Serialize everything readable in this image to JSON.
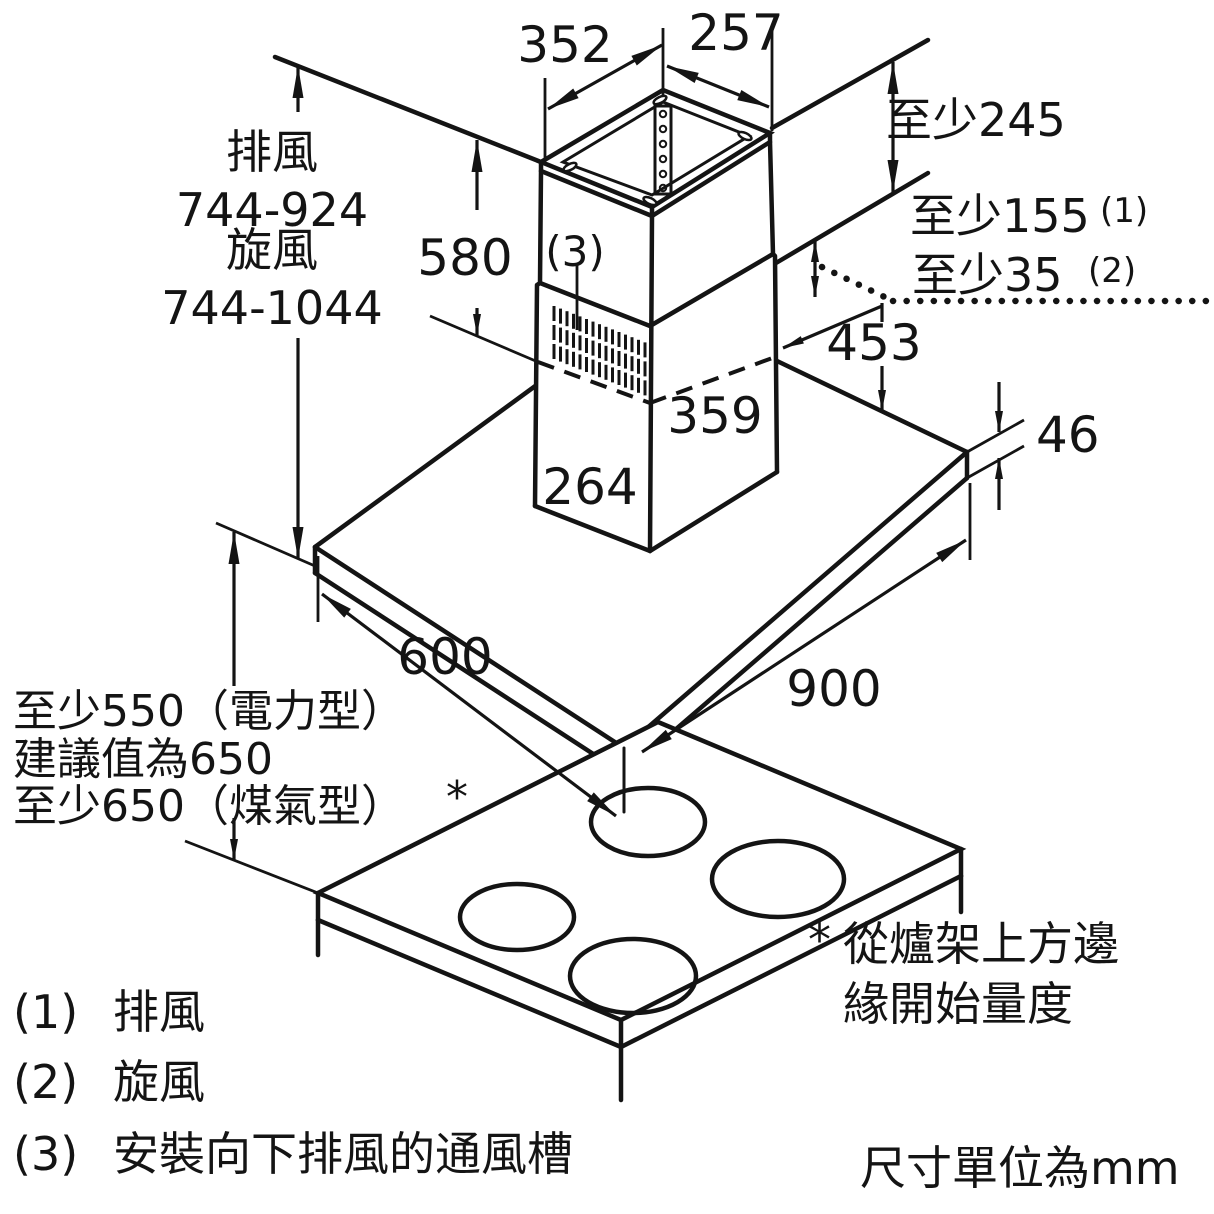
{
  "diagram": {
    "top_dims": {
      "duct_depth": "352",
      "duct_width": "257"
    },
    "left_labels": {
      "exhaust_label": "排風",
      "exhaust_range": "744-924",
      "recirc_label": "旋風",
      "recirc_range": "744-1044"
    },
    "chimney": {
      "height": "580",
      "marker3": "(3)",
      "body_depth": "359",
      "body_width": "264"
    },
    "right_dims": {
      "min_ceiling": "至少245",
      "min_exhaust": "至少155",
      "min_exhaust_sup": "(1)",
      "min_recirc": "至少35",
      "min_recirc_sup": "(2)",
      "lower_height": "453",
      "canopy_thickness": "46"
    },
    "canopy_dims": {
      "depth": "600",
      "width": "900"
    },
    "clearance": {
      "line1": "至少550（電力型）",
      "line2": "建議值為650",
      "line3": "至少650（煤氣型）",
      "star": "*"
    },
    "note": {
      "star": "*",
      "line1": "從爐架上方邊",
      "line2": "緣開始量度"
    },
    "legend": [
      {
        "num": "(1)",
        "text": "排風"
      },
      {
        "num": "(2)",
        "text": "旋風"
      },
      {
        "num": "(3)",
        "text": "安裝向下排風的通風槽"
      }
    ],
    "unit_note": "尺寸單位為mm",
    "colors": {
      "line": "#141414",
      "background": "#ffffff"
    }
  }
}
